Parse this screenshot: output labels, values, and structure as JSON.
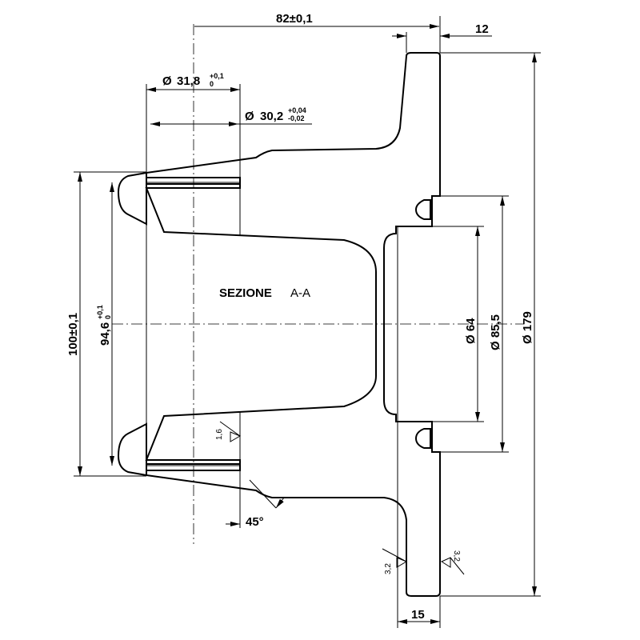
{
  "drawing": {
    "section_label": "SEZIONE",
    "section_id": "A-A",
    "dimensions": {
      "overall_length": "82±0,1",
      "flange_thickness": "12",
      "bore_groove_dia": {
        "prefix": "Ø",
        "value": "31,8",
        "upper_tol": "+0,1",
        "lower_tol": "0"
      },
      "bore_dia": {
        "prefix": "Ø",
        "value": "30,2",
        "upper_tol": "+0,04",
        "lower_tol": "-0,02"
      },
      "yoke_outer": "100±0,1",
      "yoke_inner": {
        "value": "94,6",
        "upper_tol": "+0,1",
        "lower_tol": "0"
      },
      "pilot_dia": "Ø 64",
      "bolt_circle_dia": "Ø 85,5",
      "flange_dia": "Ø 179",
      "flange_width": "15",
      "chamfer_angle": "45°"
    },
    "roughness": [
      "1,6",
      "3,2",
      "3,2"
    ]
  }
}
